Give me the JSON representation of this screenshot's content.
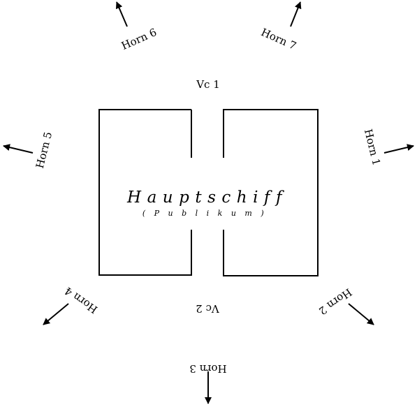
{
  "hall": {
    "title": "Hauptschiff",
    "subtitle": "(Publikum)"
  },
  "speakers": {
    "horn1": "Horn 1",
    "horn2": "Horn 2",
    "horn3": "Horn 3",
    "horn4": "Horn 4",
    "horn5": "Horn 5",
    "horn6": "Horn 6",
    "horn7": "Horn 7",
    "vc1": "Vc 1",
    "vc2": "Vc 2"
  },
  "colors": {
    "ink": "#000000",
    "background": "#ffffff"
  },
  "icons": {
    "direction": "arrow-icon"
  }
}
